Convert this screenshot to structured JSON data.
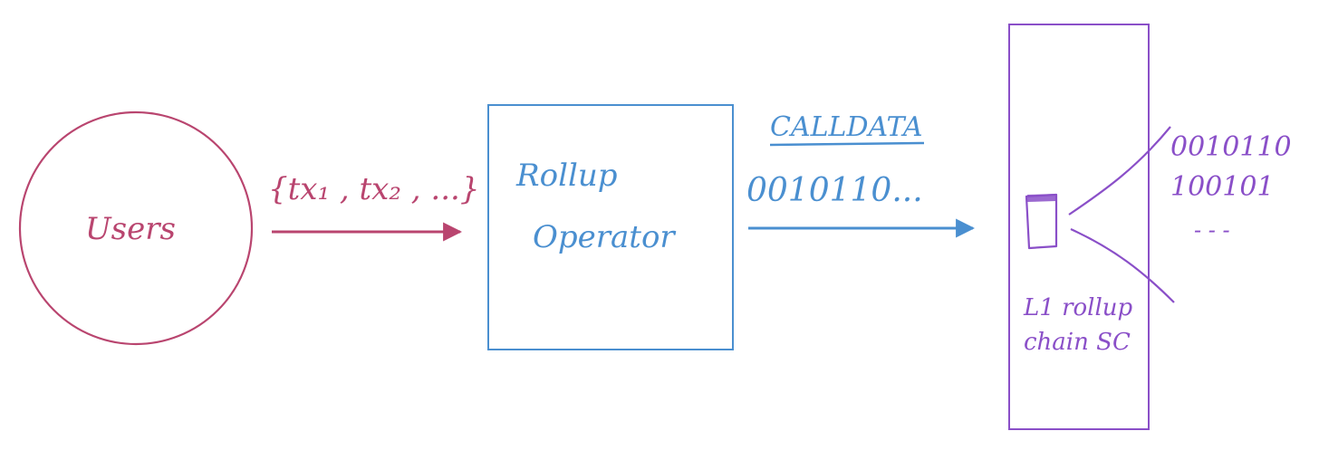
{
  "users": {
    "label": "Users",
    "color": "#b9456f"
  },
  "tx_set": {
    "label": "{tx₁ , tx₂ , ...}",
    "color": "#b9456f"
  },
  "operator": {
    "line1": "Rollup",
    "line2": "Operator",
    "color": "#4a8fd0"
  },
  "calldata": {
    "title": "CALLDATA",
    "bits": "0010110...",
    "color": "#4a8fd0"
  },
  "l1": {
    "line1": "L1 rollup",
    "line2": "chain SC",
    "data_line1": "0010110",
    "data_line2": "100101",
    "ellipsis": "- - -",
    "color": "#8a4fc8"
  }
}
